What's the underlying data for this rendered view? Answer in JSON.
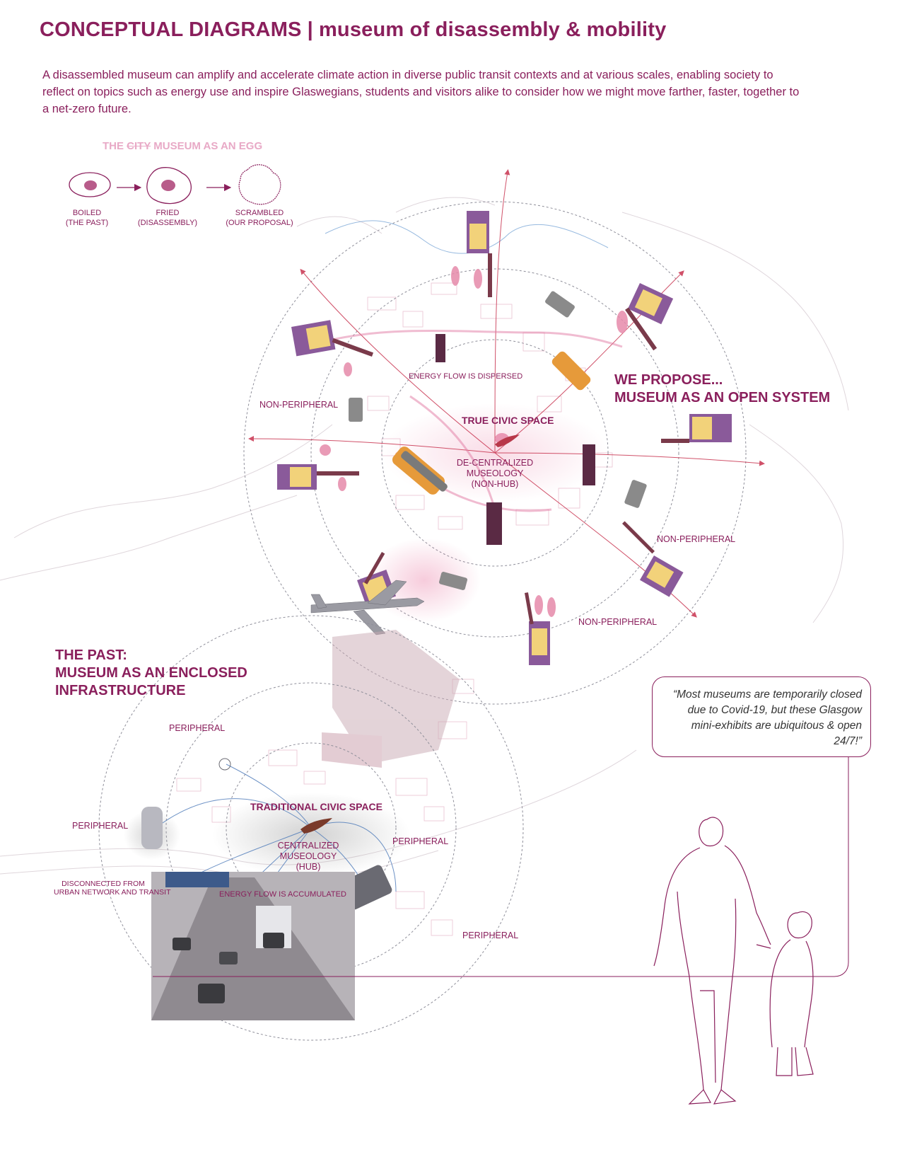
{
  "header": {
    "title": "CONCEPTUAL DIAGRAMS",
    "separator": "|",
    "subtitle": "museum of disassembly & mobility"
  },
  "intro": "A disassembled museum can amplify and accelerate climate action in diverse public transit contexts and at various scales, enabling society to reflect on topics such as energy use and inspire Glaswegians, students and visitors alike to consider how we might move farther, faster, together to a net-zero future.",
  "egg_diagram": {
    "title_prefix": "THE ",
    "title_struck": "CITY",
    "title_suffix": " MUSEUM AS AN EGG",
    "stages": [
      {
        "name": "BOILED",
        "caption": "(THE PAST)"
      },
      {
        "name": "FRIED",
        "caption": "(DISASSEMBLY)"
      },
      {
        "name": "SCRAMBLED",
        "caption": "(OUR PROPOSAL)"
      }
    ]
  },
  "proposal": {
    "heading_line1": "WE PROPOSE...",
    "heading_line2": "MUSEUM AS AN OPEN SYSTEM",
    "energy_label": "ENERGY FLOW IS DISPERSED",
    "civic_label": "TRUE CIVIC SPACE",
    "museology_line1": "DE-CENTRALIZED",
    "museology_line2": "MUSEOLOGY",
    "museology_line3": "(NON-HUB)",
    "ring_labels": [
      "NON-PERIPHERAL",
      "NON-PERIPHERAL",
      "NON-PERIPHERAL"
    ]
  },
  "past": {
    "heading_line1": "THE PAST:",
    "heading_line2": "MUSEUM AS AN ENCLOSED",
    "heading_line3": "INFRASTRUCTURE",
    "civic_label": "TRADITIONAL CIVIC SPACE",
    "museology_line1": "CENTRALIZED MUSEOLOGY",
    "museology_line2": "(HUB)",
    "energy_label": "ENERGY FLOW IS ACCUMULATED",
    "disconnected_line1": "DISCONNECTED FROM",
    "disconnected_line2": "URBAN NETWORK AND TRANSIT",
    "ring_labels": [
      "PERIPHERAL",
      "PERIPHERAL",
      "PERIPHERAL",
      "PERIPHERAL"
    ]
  },
  "quote": "“Most museums are temporarily closed due to Covid-19, but these Glasgow mini-exhibits are ubiquitous & open 24/7!”",
  "colors": {
    "accent": "#8a1f5c",
    "pink": "#e8a9c6",
    "map_line": "#d9c6d0",
    "blue": "#4a78b8"
  }
}
